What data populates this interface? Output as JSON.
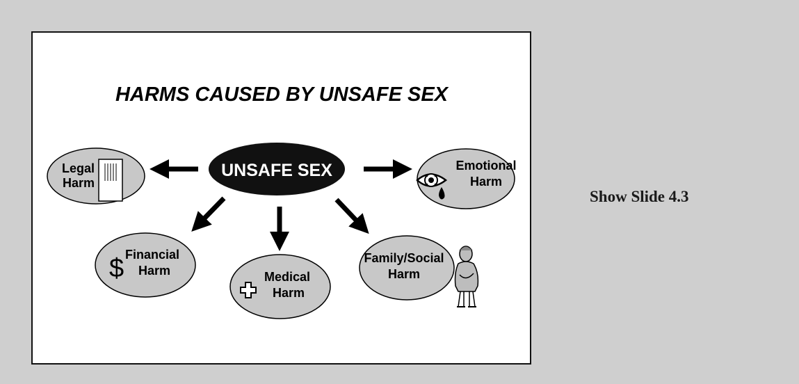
{
  "slide": {
    "title": "HARMS CAUSED BY UNSAFE SEX",
    "center": "UNSAFE SEX",
    "nodes": {
      "legal": {
        "line1": "Legal",
        "line2": "Harm"
      },
      "emotional": {
        "line1": "Emotional",
        "line2": "Harm"
      },
      "financial": {
        "line1": "Financial",
        "line2": "Harm",
        "symbol": "$"
      },
      "medical": {
        "line1": "Medical",
        "line2": "Harm"
      },
      "family": {
        "line1": "Family/Social",
        "line2": "Harm"
      }
    }
  },
  "side_caption": "Show Slide 4.3",
  "colors": {
    "page_bg": "#cfcfcf",
    "node_fill": "#c8c8c8",
    "center_fill": "#111111"
  },
  "icons": {
    "legal": "jail-door-icon",
    "emotional": "crying-eye-icon",
    "financial": "dollar-sign-icon",
    "medical": "medical-cross-icon",
    "family": "sad-person-icon"
  }
}
